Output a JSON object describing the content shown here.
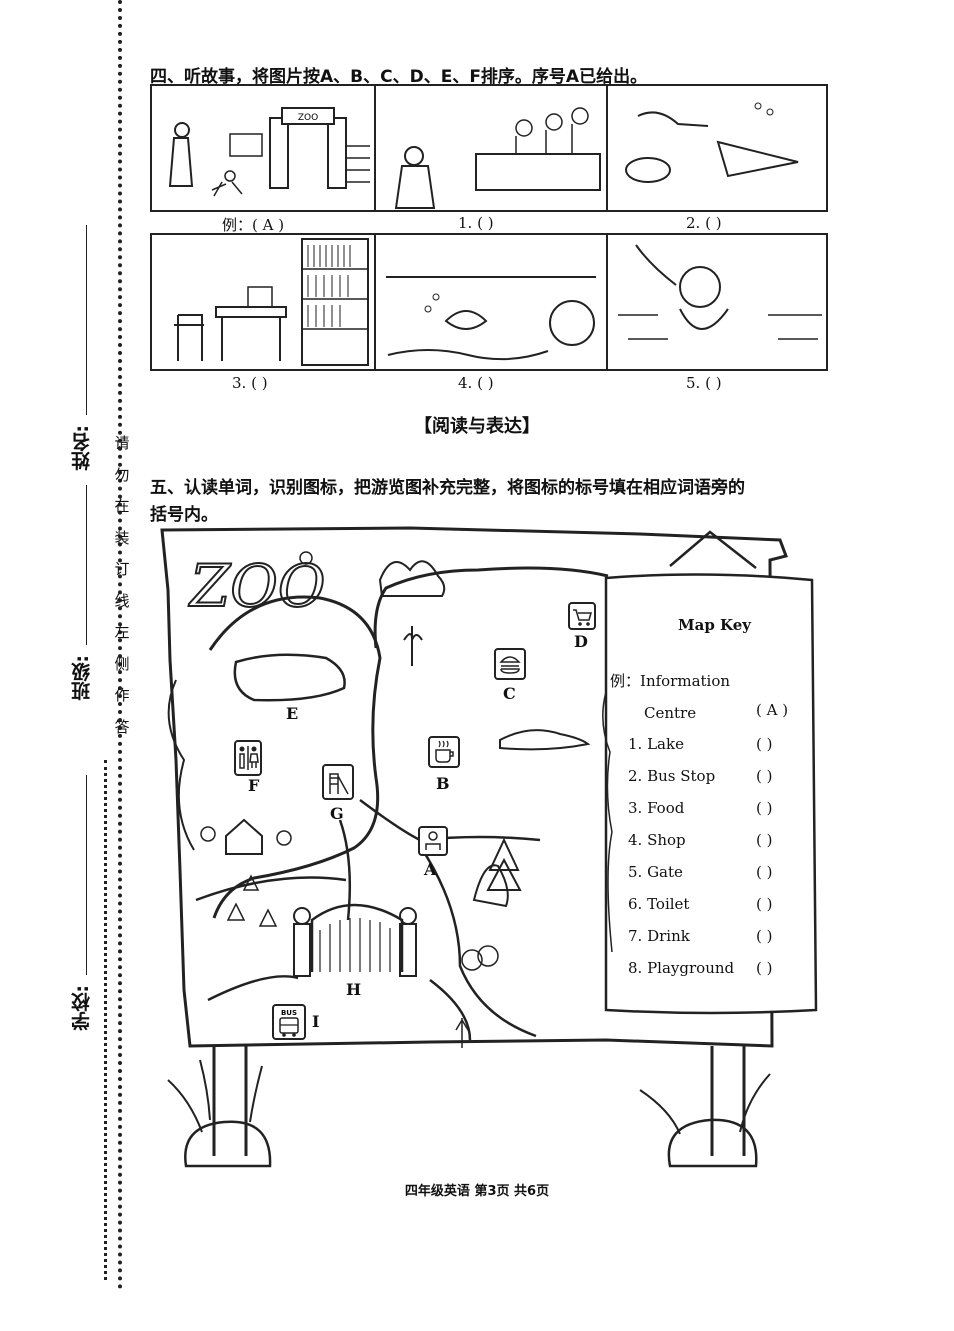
{
  "side": {
    "name_label": "姓名:",
    "class_label": "班级:",
    "school_label": "学校:",
    "notice": [
      "请",
      "勿",
      "在",
      "装",
      "订",
      "线",
      "左",
      "侧",
      "作",
      "答"
    ]
  },
  "section4": {
    "heading": "四、听故事，将图片按A、B、C、D、E、F排序。序号A已给出。",
    "captions": [
      "例：( A )",
      "1. (      )",
      "2. (      )",
      "3. (      )",
      "4. (      )",
      "5. (      )"
    ]
  },
  "section_title": "【阅读与表达】",
  "section5": {
    "heading_line1": "五、认读单词，识别图标，把游览图补充完整，将图标的标号填在相应词语旁的",
    "heading_line2": "括号内。"
  },
  "map": {
    "sign_text": "ZOO",
    "letters": [
      "A",
      "B",
      "C",
      "D",
      "E",
      "F",
      "G",
      "H",
      "I"
    ],
    "icons": {
      "A": "information-icon",
      "B": "drink-icon",
      "C": "food-icon",
      "D": "shop-icon",
      "F": "toilet-icon",
      "G": "playground-icon",
      "I": "bus-icon"
    },
    "bus_label": "BUS",
    "zoo_gate_label": "ZOO"
  },
  "map_key": {
    "title": "Map Key",
    "example_prefix": "例：",
    "example_line1": "Information",
    "example_line2": "Centre",
    "example_answer": "( A )",
    "items": [
      {
        "label": "1. Lake",
        "answer": "(      )"
      },
      {
        "label": "2. Bus Stop",
        "answer": "(      )"
      },
      {
        "label": "3. Food",
        "answer": "(      )"
      },
      {
        "label": "4. Shop",
        "answer": "(      )"
      },
      {
        "label": "5. Gate",
        "answer": "(      )"
      },
      {
        "label": "6. Toilet",
        "answer": "(      )"
      },
      {
        "label": "7. Drink",
        "answer": "(      )"
      },
      {
        "label": "8. Playground",
        "answer": "(      )"
      }
    ]
  },
  "footer": "四年级英语  第3页  共6页"
}
